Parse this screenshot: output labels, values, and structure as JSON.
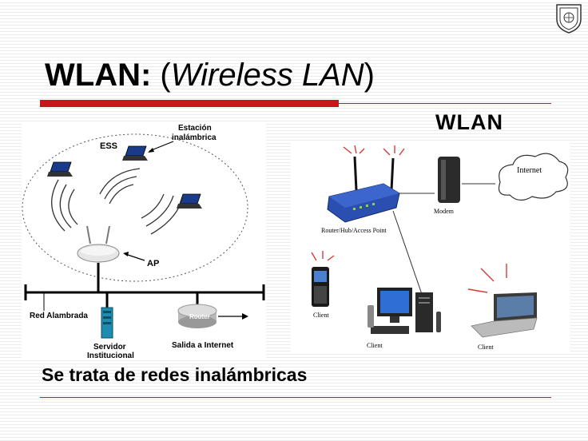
{
  "slide": {
    "title_bold": "WLAN:",
    "title_open": " (",
    "title_italic": "Wireless LAN",
    "title_close": ")",
    "subtitle": "Se trata de redes inalámbricas",
    "wlan_label": "WLAN"
  },
  "left_diagram": {
    "ess": "ESS",
    "station_line1": "Estación",
    "station_line2": "inalámbrica",
    "ap": "AP",
    "wired": "Red Alambrada",
    "server_line1": "Servidor",
    "server_line2": "Institucional",
    "router_device": "Router",
    "internet_exit": "Salida a Internet"
  },
  "right_diagram": {
    "internet": "Internet",
    "modem": "Modem",
    "router": "Router/Hub/Access Point",
    "client_phone": "Client",
    "client_desktop": "Client",
    "client_laptop": "Client"
  },
  "colors": {
    "accent_red": "#c8161d",
    "laptop_blue": "#1a3a8a",
    "router_blue": "#2a4fb0"
  },
  "icons": [
    "laptop-icon",
    "access-point-icon",
    "server-icon",
    "router-icon",
    "cloud-icon",
    "modem-icon",
    "phone-icon",
    "desktop-icon",
    "logo-seal"
  ]
}
